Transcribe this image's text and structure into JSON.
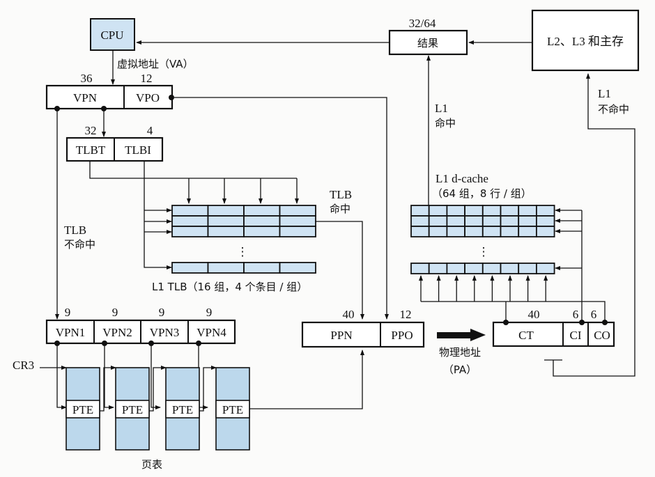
{
  "diagram": {
    "cpu": "CPU",
    "va_label": "虚拟地址（VA）",
    "vpn": {
      "label": "VPN",
      "bits": "36"
    },
    "vpo": {
      "label": "VPO",
      "bits": "12"
    },
    "tlbt": {
      "label": "TLBT",
      "bits": "32"
    },
    "tlbi": {
      "label": "TLBI",
      "bits": "4"
    },
    "tlb_miss": [
      "TLB",
      "不命中"
    ],
    "tlb_hit": [
      "TLB",
      "命中"
    ],
    "tlb_caption": "L1 TLB（16 组，4 个条目 / 组）",
    "vpn_parts": [
      {
        "label": "VPN1",
        "bits": "9"
      },
      {
        "label": "VPN2",
        "bits": "9"
      },
      {
        "label": "VPN3",
        "bits": "9"
      },
      {
        "label": "VPN4",
        "bits": "9"
      }
    ],
    "cr3": "CR3",
    "pte": "PTE",
    "page_table": "页表",
    "ppn": {
      "label": "PPN",
      "bits": "40"
    },
    "ppo": {
      "label": "PPO",
      "bits": "12"
    },
    "pa_label": [
      "物理地址",
      "（PA）"
    ],
    "ct": {
      "label": "CT",
      "bits": "40"
    },
    "ci": {
      "label": "CI",
      "bits": "6"
    },
    "co": {
      "label": "CO",
      "bits": "6"
    },
    "result": {
      "label": "结果",
      "bits": "32/64"
    },
    "memory": "L2、L3 和主存",
    "l1_hit": [
      "L1",
      "命中"
    ],
    "l1_miss": [
      "L1",
      "不命中"
    ],
    "cache_caption": [
      "L1 d-cache",
      "（64 组，8 行 / 组）"
    ]
  }
}
